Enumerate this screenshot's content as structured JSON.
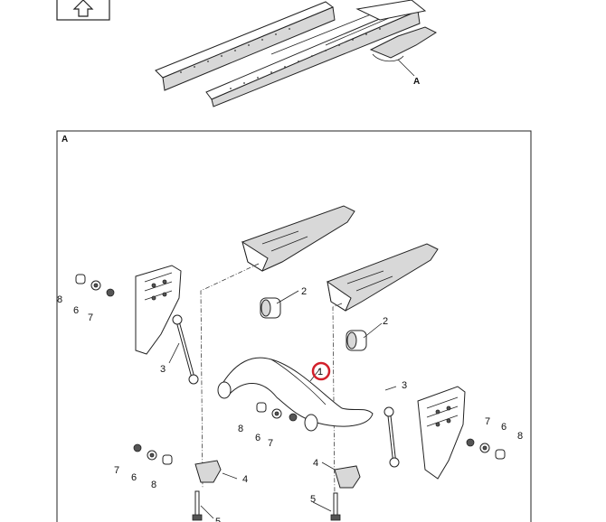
{
  "overview": {
    "callout_label": "A",
    "nav_icon": "up-arrow-icon"
  },
  "detail": {
    "panel_label": "A",
    "highlight_color": "#d21f2a",
    "callouts": {
      "stabilizer_bar": "1",
      "insulator_left": "2",
      "insulator_right": "2",
      "link_left": "3",
      "link_right": "3",
      "bracket_left": "4",
      "bracket_right": "4",
      "bolt_left": "5",
      "bolt_right": "5",
      "washer_tl": "6",
      "washer_c": "6",
      "washer_bl": "6",
      "washer_r": "6",
      "nut_tl": "7",
      "nut_c": "7",
      "nut_bl": "7",
      "nut_r": "7",
      "cap_tl": "8",
      "cap_c": "8",
      "cap_bl": "8",
      "cap_r": "8"
    }
  }
}
